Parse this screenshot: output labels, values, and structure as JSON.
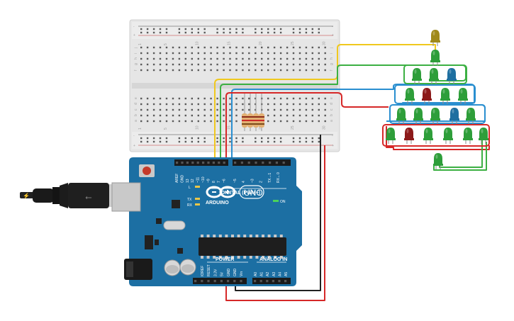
{
  "breadboard": {
    "column_numbers": [
      "1",
      "",
      "",
      "",
      "5",
      "",
      "",
      "",
      "",
      "10",
      "",
      "",
      "",
      "",
      "15",
      "",
      "",
      "",
      "",
      "20",
      "",
      "",
      "",
      "",
      "25",
      "",
      "",
      "",
      "",
      "30"
    ],
    "row_letters_top": [
      "j",
      "i",
      "h",
      "g",
      "f"
    ],
    "row_letters_bottom": [
      "e",
      "d",
      "c",
      "b",
      "a"
    ],
    "rail_minus": "-",
    "rail_plus": "+"
  },
  "arduino": {
    "brand": "ARDUINO",
    "model": "UNO",
    "on_label": "ON",
    "digital_label": "DIGITAL (PWM~)",
    "power_label": "POWER",
    "analog_label": "ANALOG IN",
    "led_labels": [
      "L",
      "TX",
      "RX"
    ],
    "digital_pins": [
      "AREF",
      "GND",
      "13",
      "12",
      "~11",
      "~10",
      "~9",
      "8",
      "7",
      "~6",
      "~5",
      "4",
      "~3",
      "2",
      "TX→1",
      "RX←0"
    ],
    "power_pins": [
      "IOREF",
      "RESET",
      "3.3V",
      "5V",
      "GND",
      "GND",
      "Vin"
    ],
    "analog_pins": [
      "A0",
      "A1",
      "A2",
      "A3",
      "A4",
      "A5"
    ]
  },
  "leds": {
    "colors": {
      "green": "#2e9e3a",
      "red": "#8c1a1a",
      "blue": "#1e6fa0",
      "yellow": "#a08a1a"
    }
  },
  "wires": {
    "colors": {
      "yellow": "#f0c81e",
      "green": "#3cb043",
      "blue": "#2a8fd0",
      "red": "#d62828",
      "black": "#222222"
    }
  }
}
